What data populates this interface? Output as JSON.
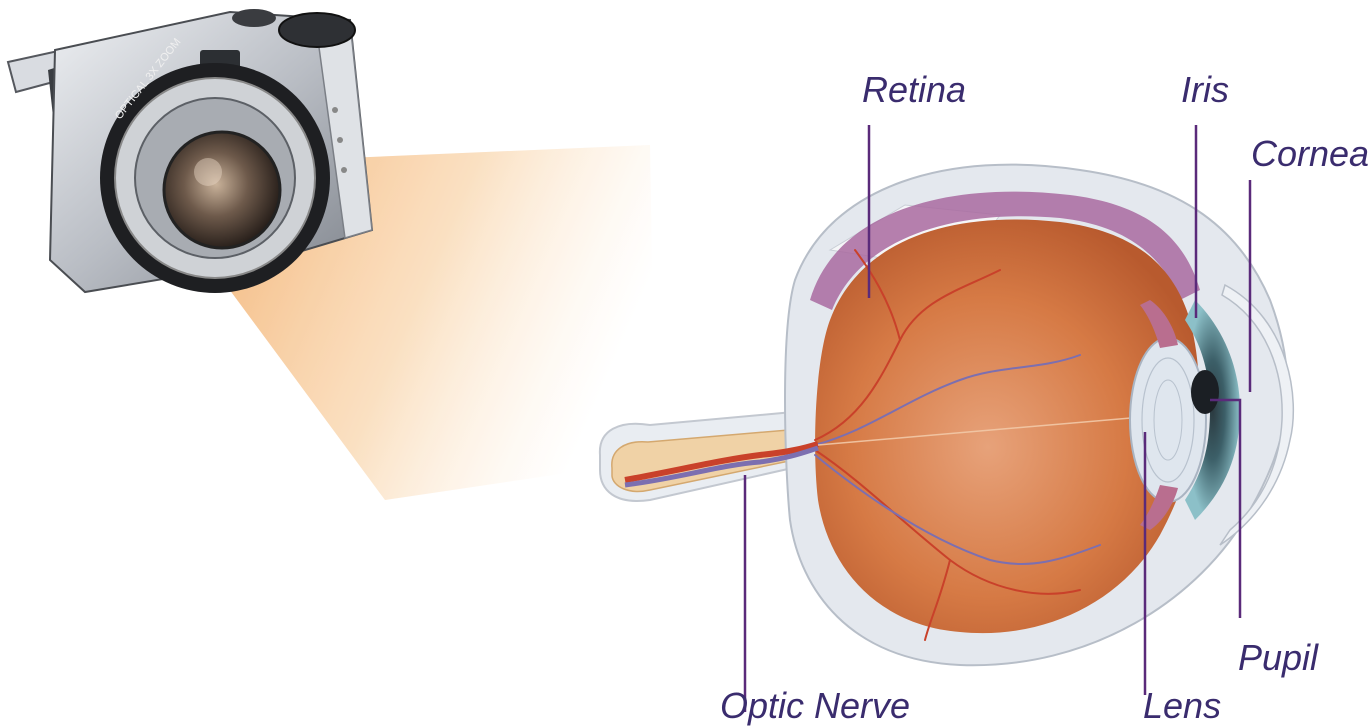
{
  "labels": {
    "retina": "Retina",
    "iris": "Iris",
    "cornea": "Cornea",
    "pupil": "Pupil",
    "lens": "Lens",
    "optic_nerve": "Optic Nerve"
  },
  "colors": {
    "label_text": "#3a2c6e",
    "leader_line": "#5a2a7a",
    "light_beam": "#f6b36a",
    "eye_interior": "#d9804a",
    "sclera": "#e4e8ee",
    "iris": "#6fa9b3",
    "camera_body": "#c9ccd1"
  },
  "camera_text": {
    "lens_ring": "OPTICAL 3X ZOOM"
  }
}
